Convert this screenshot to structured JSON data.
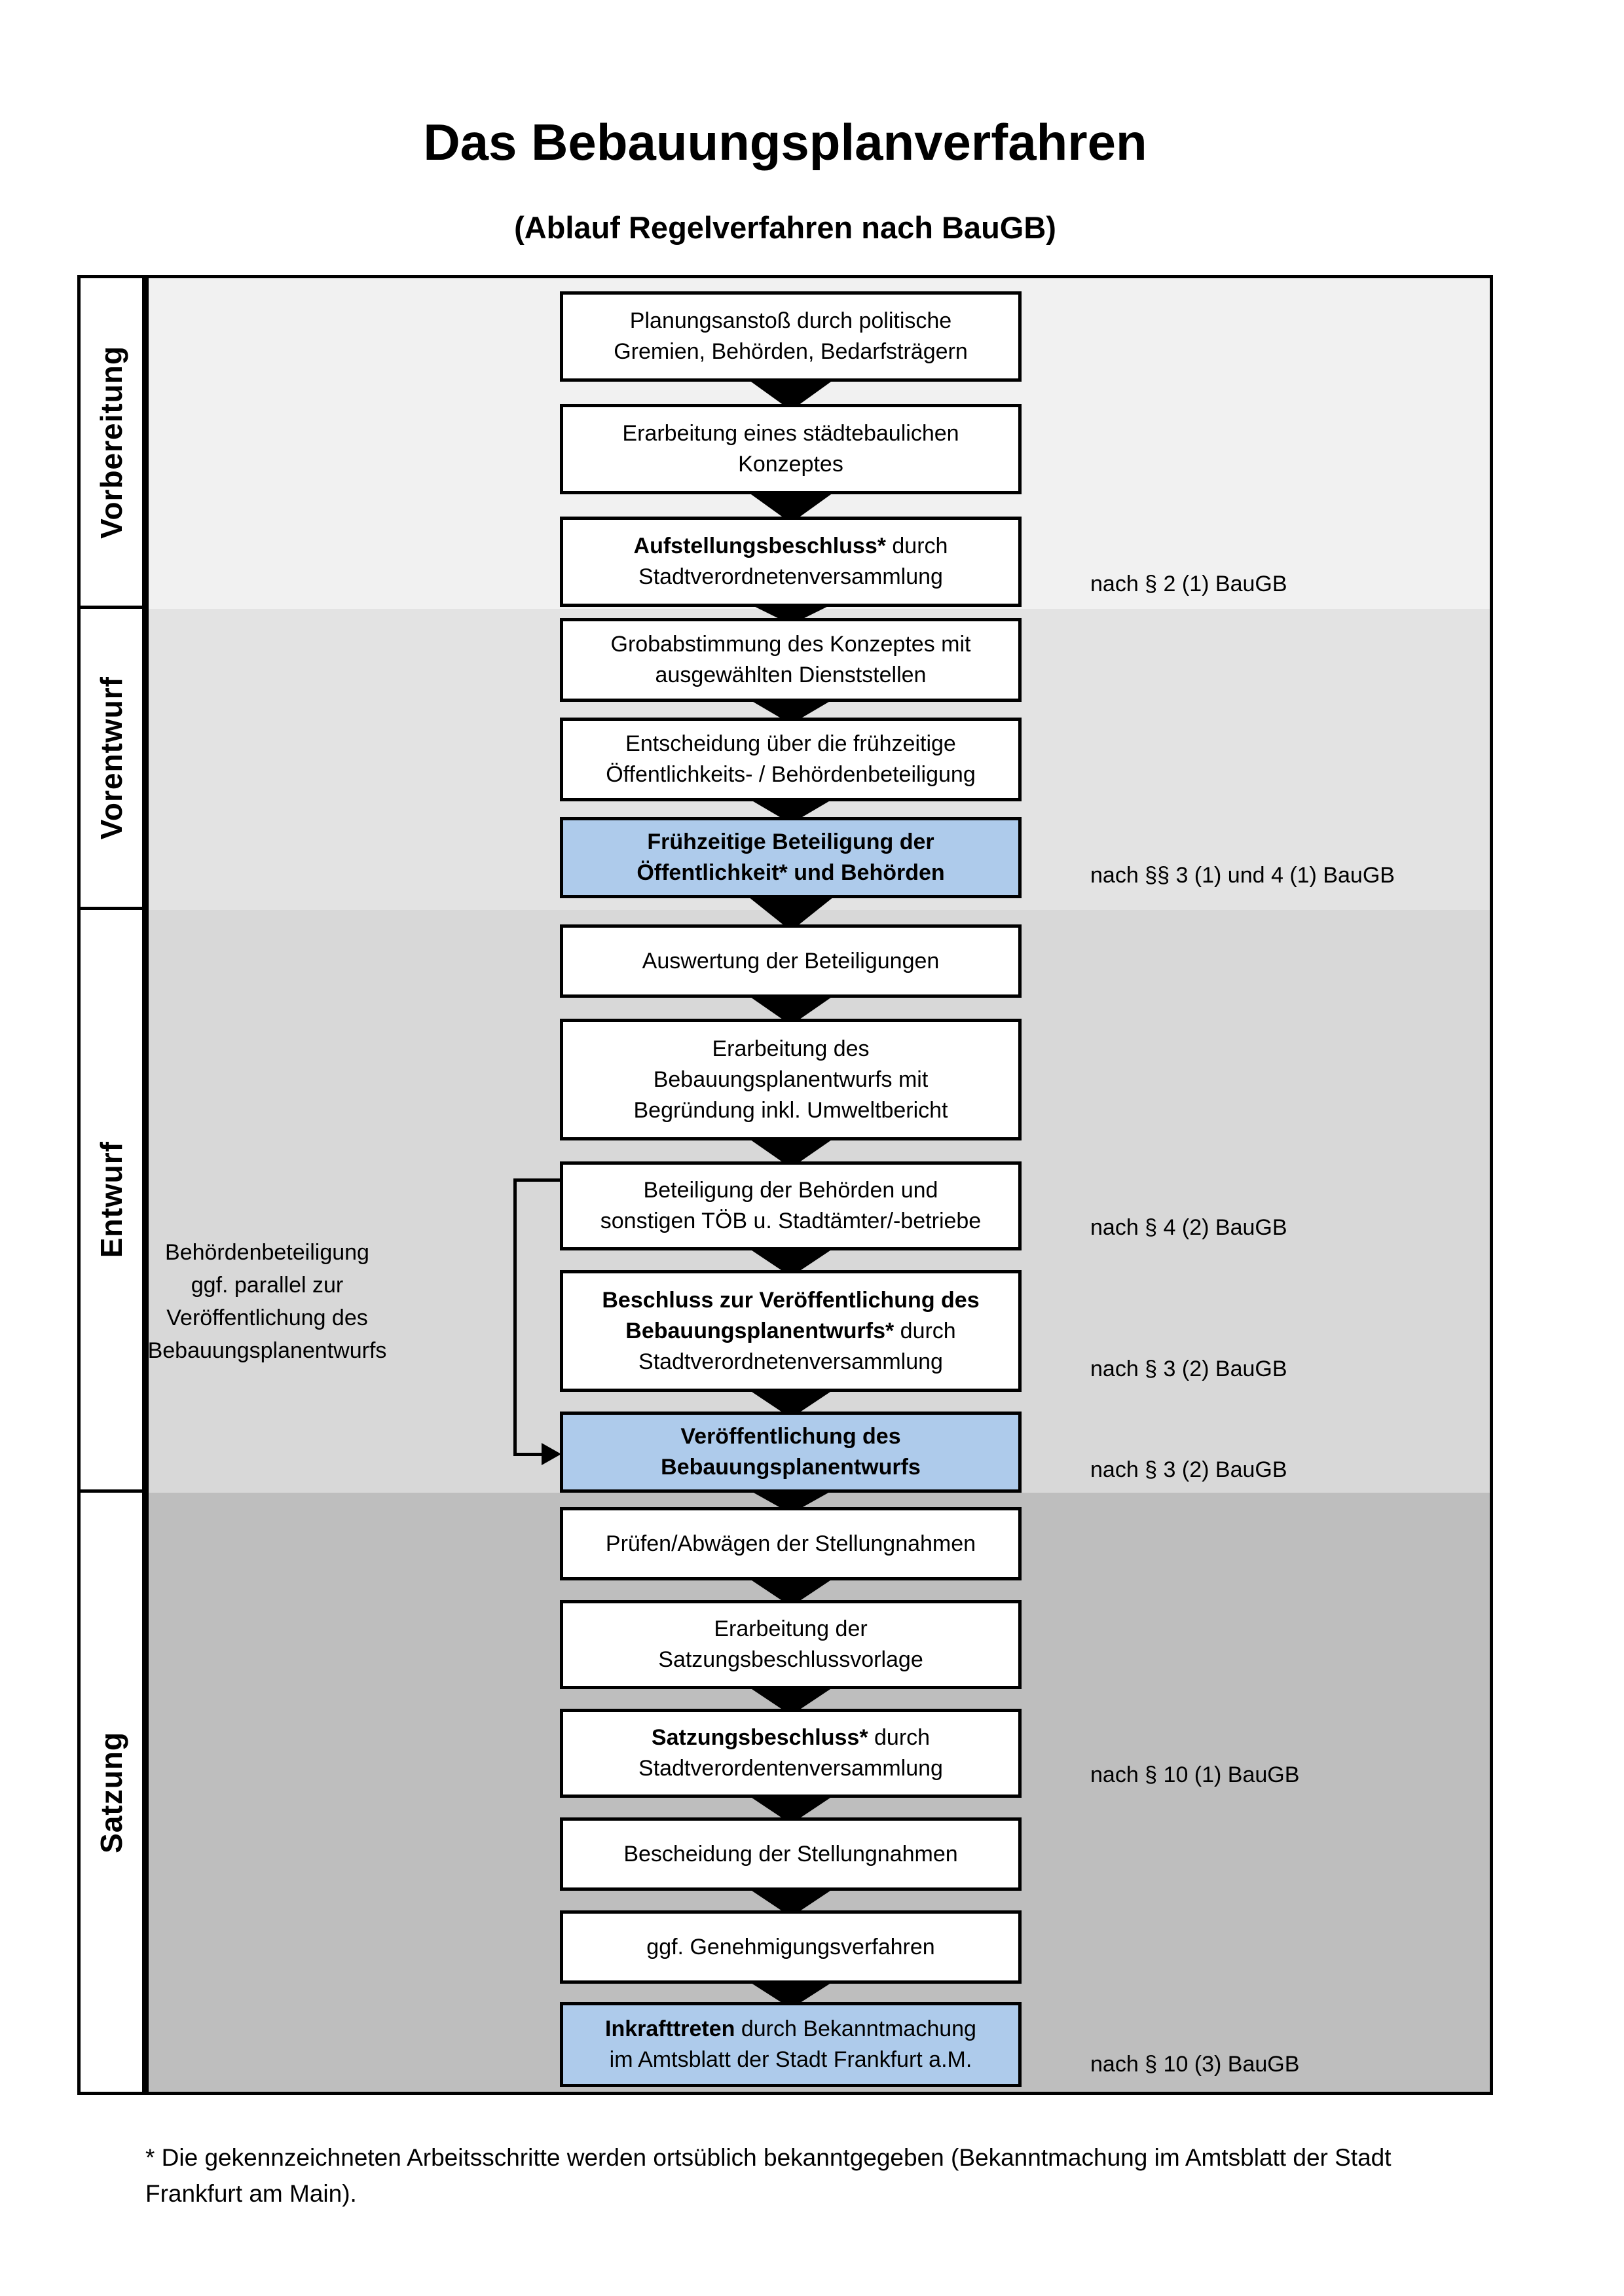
{
  "title": "Das Bebauungsplanverfahren",
  "subtitle": "(Ablauf Regelverfahren nach BauGB)",
  "phases": [
    {
      "label": "Vorbereitung"
    },
    {
      "label": "Vorentwurf"
    },
    {
      "label": "Entwurf"
    },
    {
      "label": "Satzung"
    }
  ],
  "steps": [
    {
      "phase": 0,
      "highlight": false,
      "lines": [
        [
          {
            "t": "Planungsanstoß durch politische"
          }
        ],
        [
          {
            "t": "Gremien, Behörden, Bedarfsträgern"
          }
        ]
      ]
    },
    {
      "phase": 0,
      "highlight": false,
      "lines": [
        [
          {
            "t": "Erarbeitung eines städtebaulichen"
          }
        ],
        [
          {
            "t": "Konzeptes"
          }
        ]
      ]
    },
    {
      "phase": 0,
      "highlight": false,
      "lines": [
        [
          {
            "t": "Aufstellungsbeschluss*",
            "b": true
          },
          {
            "t": " durch"
          }
        ],
        [
          {
            "t": "Stadtverordnetenversammlung"
          }
        ]
      ],
      "ref": "nach § 2 (1) BauGB"
    },
    {
      "phase": 1,
      "highlight": false,
      "lines": [
        [
          {
            "t": "Grobabstimmung des Konzeptes mit"
          }
        ],
        [
          {
            "t": "ausgewählten Dienststellen"
          }
        ]
      ]
    },
    {
      "phase": 1,
      "highlight": false,
      "lines": [
        [
          {
            "t": "Entscheidung über die frühzeitige"
          }
        ],
        [
          {
            "t": "Öffentlichkeits- / Behördenbeteiligung"
          }
        ]
      ]
    },
    {
      "phase": 1,
      "highlight": true,
      "lines": [
        [
          {
            "t": "Frühzeitige Beteiligung der",
            "b": true
          }
        ],
        [
          {
            "t": "Öffentlichkeit* und Behörden",
            "b": true
          }
        ]
      ],
      "ref": "nach §§ 3 (1) und 4 (1) BauGB"
    },
    {
      "phase": 2,
      "highlight": false,
      "lines": [
        [
          {
            "t": "Auswertung der Beteiligungen"
          }
        ]
      ]
    },
    {
      "phase": 2,
      "highlight": false,
      "lines": [
        [
          {
            "t": "Erarbeitung des"
          }
        ],
        [
          {
            "t": "Bebauungsplanentwurfs mit"
          }
        ],
        [
          {
            "t": "Begründung inkl. Umweltbericht"
          }
        ]
      ]
    },
    {
      "phase": 2,
      "highlight": false,
      "lines": [
        [
          {
            "t": "Beteiligung der Behörden und"
          }
        ],
        [
          {
            "t": "sonstigen TÖB u. Stadtämter/-betriebe"
          }
        ]
      ],
      "ref": "nach § 4 (2) BauGB"
    },
    {
      "phase": 2,
      "highlight": false,
      "lines": [
        [
          {
            "t": "Beschluss zur Veröffentlichung des",
            "b": true
          }
        ],
        [
          {
            "t": "Bebauungsplanentwurfs*",
            "b": true
          },
          {
            "t": " durch"
          }
        ],
        [
          {
            "t": "Stadtverordnetenversammlung"
          }
        ]
      ],
      "ref": "nach § 3 (2) BauGB"
    },
    {
      "phase": 2,
      "highlight": true,
      "lines": [
        [
          {
            "t": "Veröffentlichung des",
            "b": true
          }
        ],
        [
          {
            "t": "Bebauungsplanentwurfs",
            "b": true
          }
        ]
      ],
      "ref": "nach § 3 (2) BauGB"
    },
    {
      "phase": 3,
      "highlight": false,
      "lines": [
        [
          {
            "t": "Prüfen/Abwägen der Stellungnahmen"
          }
        ]
      ]
    },
    {
      "phase": 3,
      "highlight": false,
      "lines": [
        [
          {
            "t": "Erarbeitung der"
          }
        ],
        [
          {
            "t": "Satzungsbeschlussvorlage"
          }
        ]
      ]
    },
    {
      "phase": 3,
      "highlight": false,
      "lines": [
        [
          {
            "t": "Satzungsbeschluss*",
            "b": true
          },
          {
            "t": " durch"
          }
        ],
        [
          {
            "t": "Stadtverordentenversammlung"
          }
        ]
      ],
      "ref": "nach § 10 (1) BauGB"
    },
    {
      "phase": 3,
      "highlight": false,
      "lines": [
        [
          {
            "t": "Bescheidung der Stellungnahmen"
          }
        ]
      ]
    },
    {
      "phase": 3,
      "highlight": false,
      "lines": [
        [
          {
            "t": "ggf. Genehmigungsverfahren"
          }
        ]
      ]
    },
    {
      "phase": 3,
      "highlight": true,
      "lines": [
        [
          {
            "t": "Inkrafttreten",
            "b": true
          },
          {
            "t": " durch Bekanntmachung"
          }
        ],
        [
          {
            "t": "im Amtsblatt der Stadt Frankfurt a.M."
          }
        ]
      ],
      "ref": "nach § 10 (3) BauGB"
    }
  ],
  "side_note": {
    "lines": [
      "Behördenbeteiligung",
      "ggf. parallel zur",
      "Veröffentlichung des",
      "Bebauungsplanentwurfs"
    ]
  },
  "footnote": {
    "line1": "* Die gekennzeichneten Arbeitsschritte werden ortsüblich bekanntgegeben (Bekanntmachung im Amtsblatt  der Stadt",
    "line2": "Frankfurt am Main)."
  },
  "colors": {
    "highlight": "#aecbeb",
    "bands": [
      "#f1f1f1",
      "#e3e3e3",
      "#d8d8d8",
      "#bebebe"
    ]
  }
}
